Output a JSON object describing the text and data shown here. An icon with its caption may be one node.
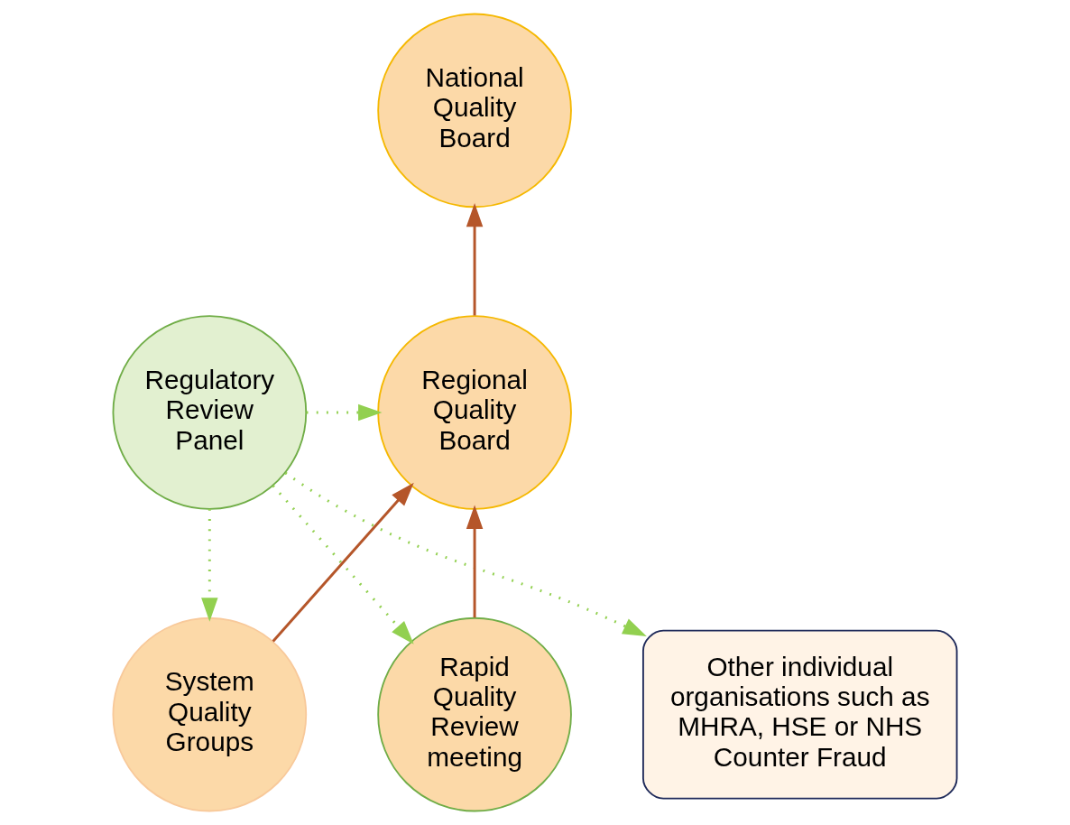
{
  "diagram": {
    "nodes": [
      {
        "text": [
          "National Quality Board"
        ]
      },
      {
        "text": [
          "Regional Quality Board"
        ]
      },
      {
        "text": [
          "Regulatory Review Panel"
        ]
      },
      {
        "text": [
          "System Quality Groups"
        ]
      },
      {
        "text": [
          "Rapid Quality Review meeting"
        ]
      },
      {
        "text": [
          "Other individual organisations such as MHRA, HSE or NHS Counter Fraud"
        ]
      }
    ],
    "edges": [
      {
        "from": 1,
        "to": 0,
        "arrow": "to",
        "color": "#b5562a"
      },
      {
        "from": 3,
        "to": 1,
        "arrow": "to",
        "color": "#b5562a"
      },
      {
        "from": 4,
        "to": 1,
        "arrow": "to",
        "color": "#b5562a"
      },
      {
        "from": 2,
        "to": 1,
        "arrow": "to",
        "style": "dashed",
        "color": "#92d050"
      },
      {
        "from": 2,
        "to": 3,
        "arrow": "to",
        "style": "dashed",
        "color": "#92d050"
      },
      {
        "from": 2,
        "to": 4,
        "arrow": "to",
        "style": "dashed",
        "color": "#92d050"
      },
      {
        "from": 2,
        "to": 5,
        "arrow": "to",
        "style": "dashed",
        "color": "#92d050"
      }
    ]
  }
}
